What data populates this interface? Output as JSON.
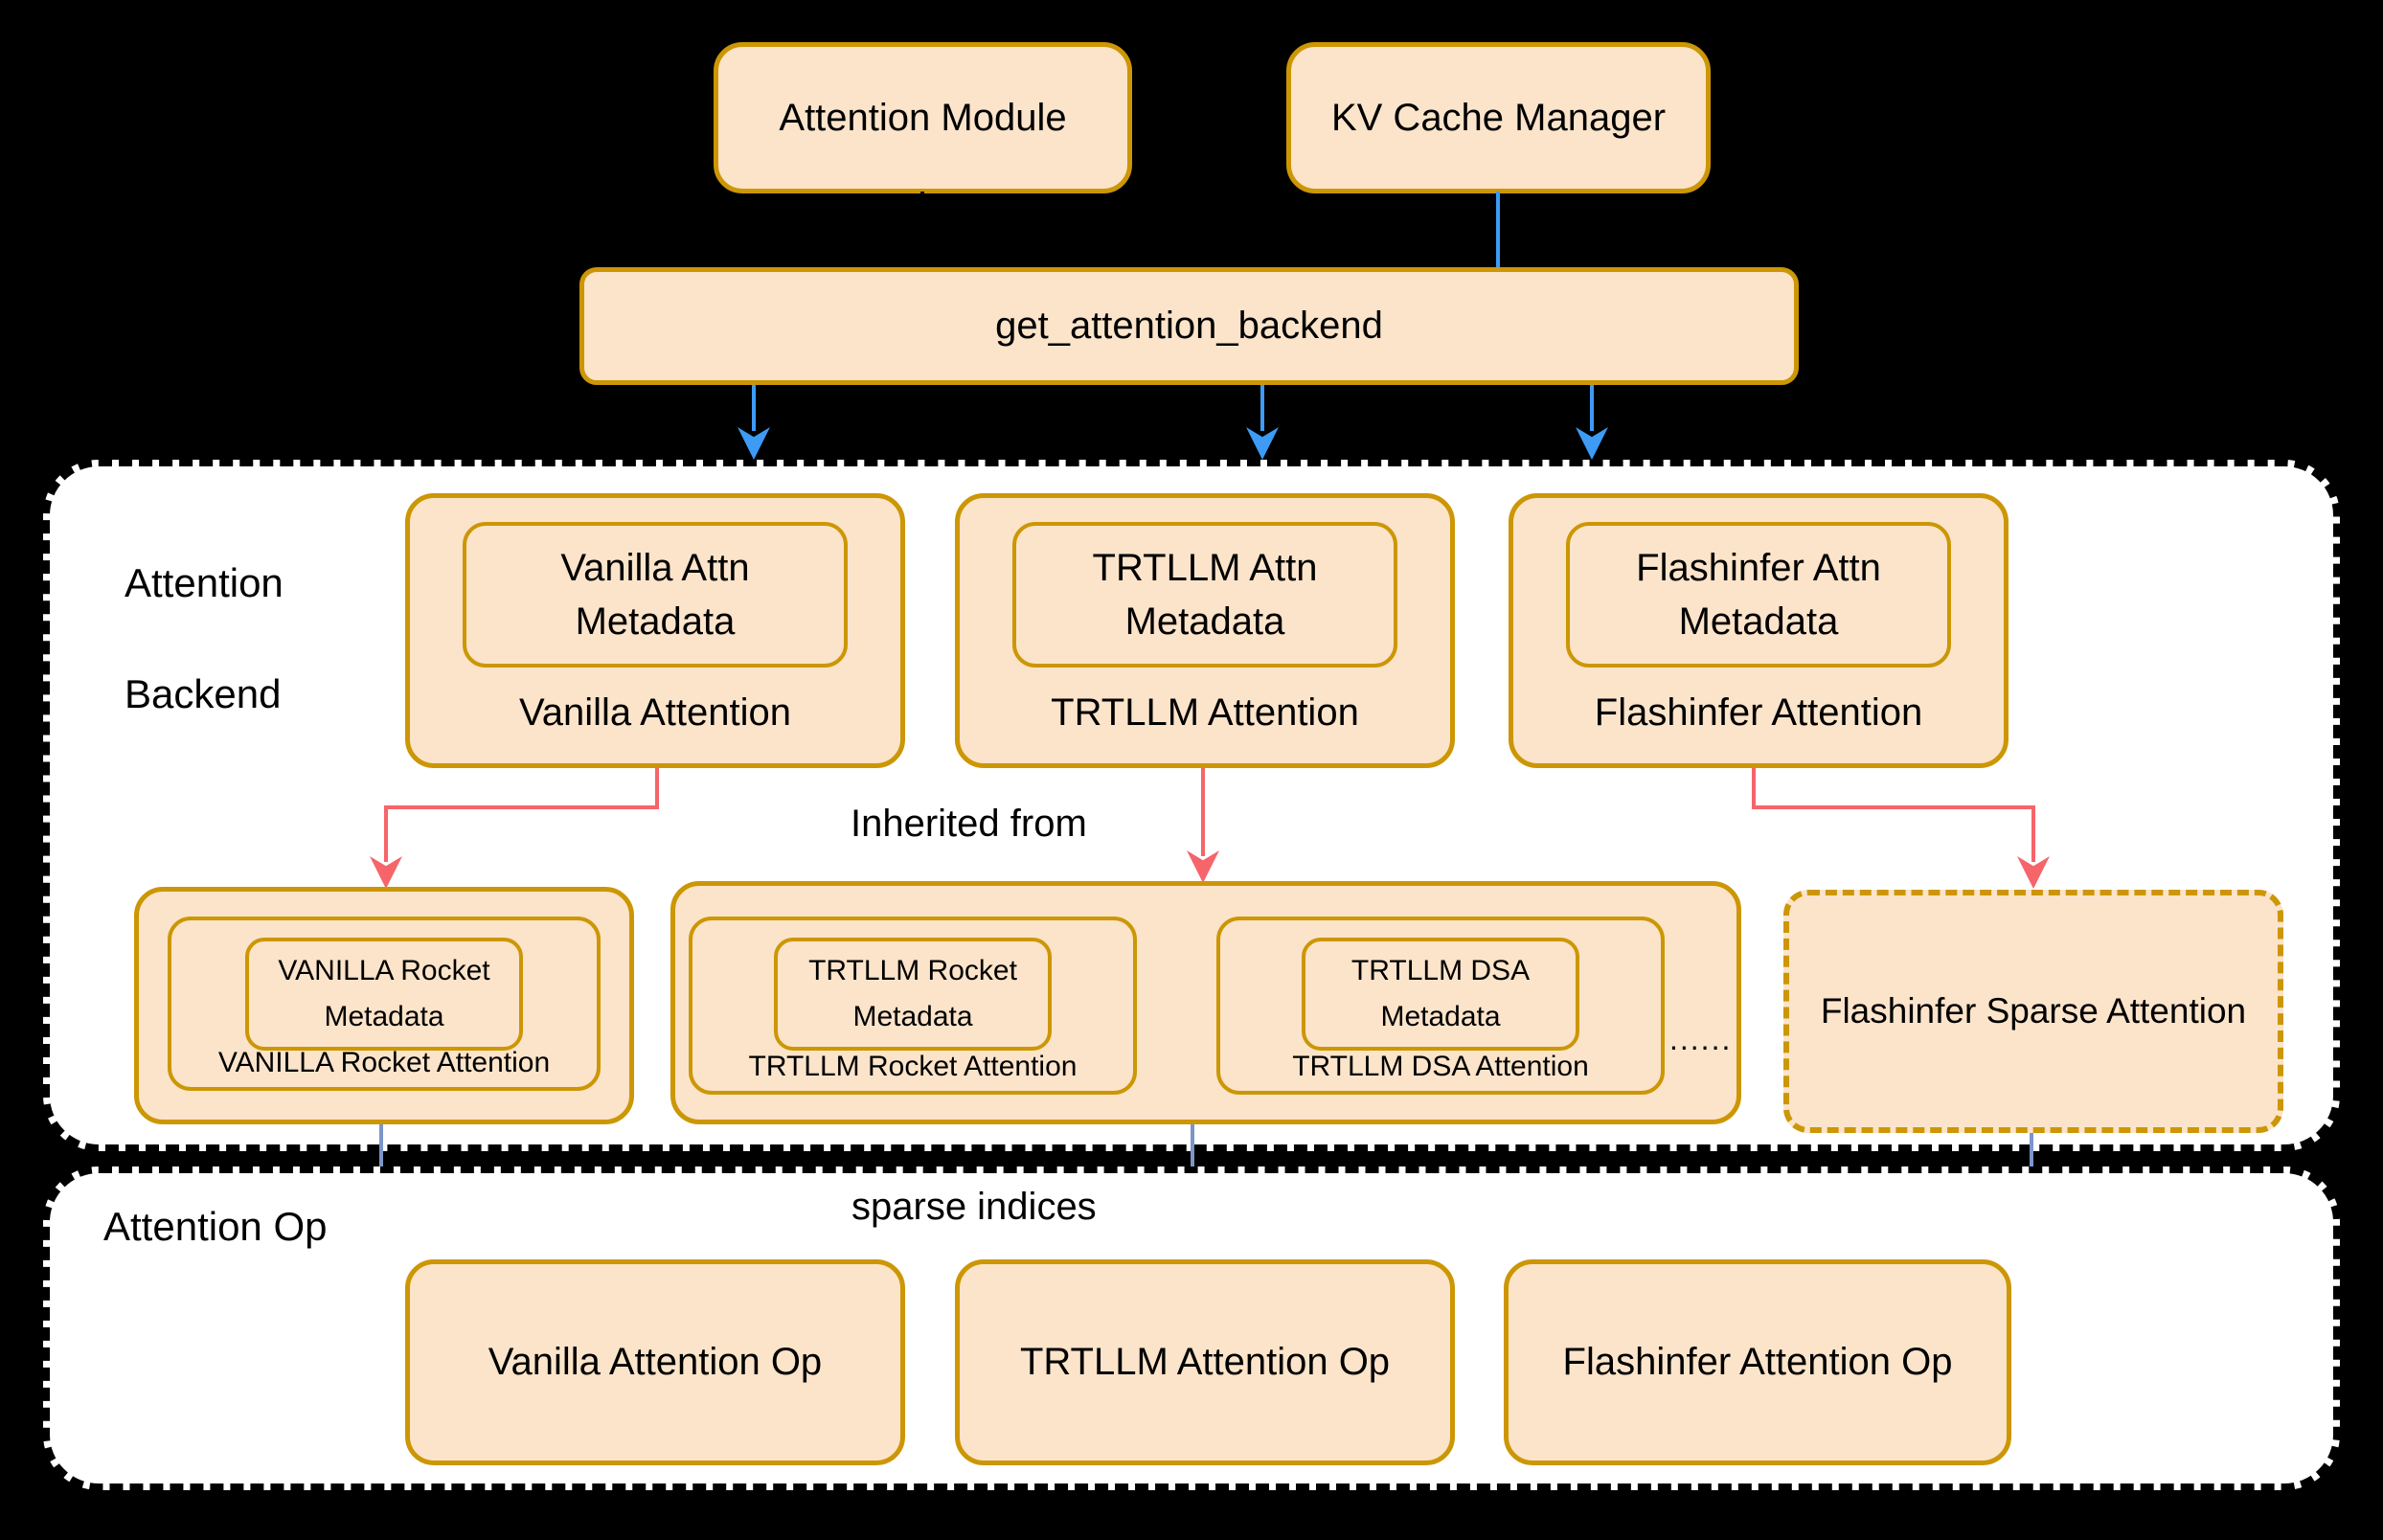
{
  "colors": {
    "background": "#000000",
    "box_fill": "#FBE4CA",
    "box_border": "#CC9605",
    "container_fill": "#FFFFFF",
    "container_border": "#000000",
    "blue_arrow": "#3D9BF5",
    "red_arrow": "#F5656A",
    "slate_arrow": "#7B96C9"
  },
  "top": {
    "attention_module_label": "Attention Module",
    "kv_cache_manager_label": "KV Cache Manager",
    "get_attention_backend_label": "get_attention_backend"
  },
  "backend_section": {
    "title_line1": "Attention",
    "title_line2": "Backend",
    "inherited_from_label": "Inherited from",
    "backends": [
      {
        "metadata_line1": "Vanilla Attn",
        "metadata_line2": "Metadata",
        "label": "Vanilla Attention"
      },
      {
        "metadata_line1": "TRTLLM Attn",
        "metadata_line2": "Metadata",
        "label": "TRTLLM Attention"
      },
      {
        "metadata_line1": "Flashinfer Attn",
        "metadata_line2": "Metadata",
        "label": "Flashinfer Attention"
      }
    ],
    "derived": {
      "vanilla_rocket": {
        "metadata_line1": "VANILLA Rocket",
        "metadata_line2": "Metadata",
        "label": "VANILLA Rocket Attention"
      },
      "trtllm_rocket": {
        "metadata_line1": "TRTLLM Rocket",
        "metadata_line2": "Metadata",
        "label": "TRTLLM Rocket Attention"
      },
      "trtllm_dsa": {
        "metadata_line1": "TRTLLM DSA",
        "metadata_line2": "Metadata",
        "label": "TRTLLM DSA Attention"
      },
      "ellipsis": "......",
      "flashinfer_sparse_label": "Flashinfer Sparse Attention"
    }
  },
  "op_section": {
    "title": "Attention Op",
    "sparse_indices_label": "sparse indices",
    "ops": [
      {
        "label": "Vanilla Attention Op"
      },
      {
        "label": "TRTLLM Attention Op"
      },
      {
        "label": "Flashinfer Attention Op"
      }
    ]
  }
}
